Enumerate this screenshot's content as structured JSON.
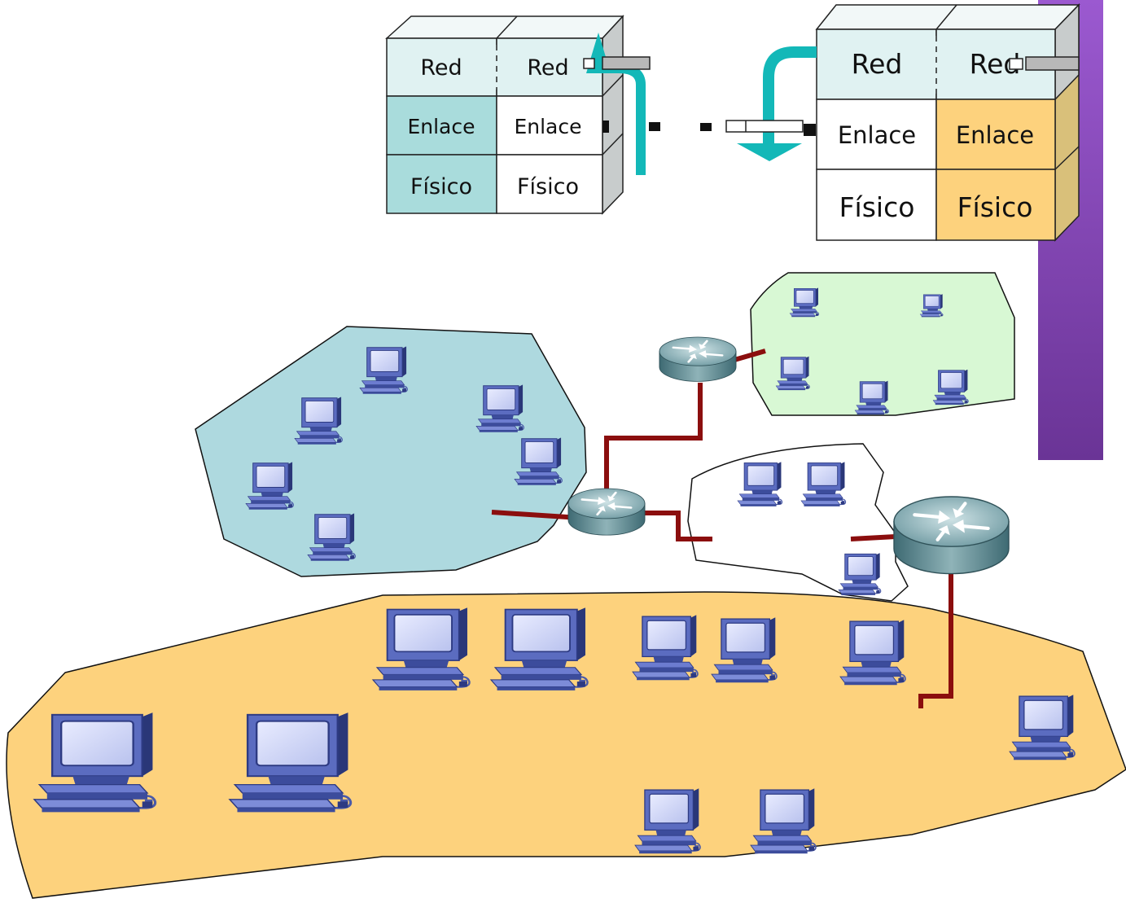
{
  "colors": {
    "accent_bar": "#7a3ea8",
    "lan_blue": "#aed9df",
    "lan_green": "#d8f8d4",
    "lan_orange": "#fdd27d",
    "stack_cyan_cell": "#a9dcdc",
    "stack_top_cell": "#e0f2f2",
    "stack_orange_cell": "#fdd27d",
    "link_line": "#8b0e0e",
    "arrow_teal": "#13b8b8"
  },
  "stack_left": {
    "layers": [
      {
        "left": "Red",
        "right": "Red"
      },
      {
        "left": "Enlace",
        "right": "Enlace"
      },
      {
        "left": "Físico",
        "right": "Físico"
      }
    ]
  },
  "stack_right": {
    "layers": [
      {
        "left": "Red",
        "right": "Red"
      },
      {
        "left": "Enlace",
        "right": "Enlace"
      },
      {
        "left": "Físico",
        "right": "Físico"
      }
    ]
  },
  "icons": {
    "router": "router-icon",
    "computer": "desktop-computer-icon",
    "packet": "packet-icon",
    "arrow": "curved-arrow-icon"
  }
}
